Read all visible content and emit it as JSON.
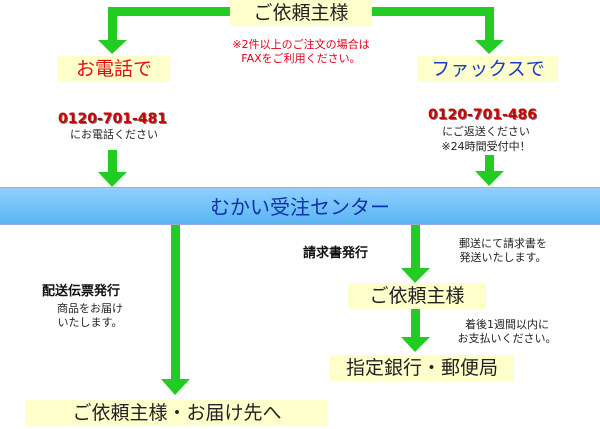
{
  "top_box": "ご依頼主様",
  "note": [
    "※2件以上のご注文の場合は",
    "FAXをご利用ください。"
  ],
  "phone": {
    "label": "お電話で",
    "number": "0120-701-481",
    "caption": "にお電話ください"
  },
  "fax": {
    "label": "ファックスで",
    "number": "0120-701-486",
    "caption": [
      "にご返送ください",
      "※24時間受付中！"
    ]
  },
  "center": "むかい受注センター",
  "left_branch": {
    "heading": "配送伝票発行",
    "caption": [
      "商品をお届け",
      "いたします。"
    ],
    "destination": "ご依頼主様・お届け先へ"
  },
  "right_branch": {
    "heading": "請求書発行",
    "caption": [
      "郵送にて請求書を",
      "発送いたします。"
    ],
    "box": "ご依頼主様",
    "caption2": [
      "着後1週間以内に",
      "お支払いください。"
    ],
    "destination": "指定銀行・郵便局"
  },
  "colors": {
    "arrow": "#22cc22",
    "center_bar": "#6cbcf5",
    "box_bg": "#ffffcc"
  }
}
